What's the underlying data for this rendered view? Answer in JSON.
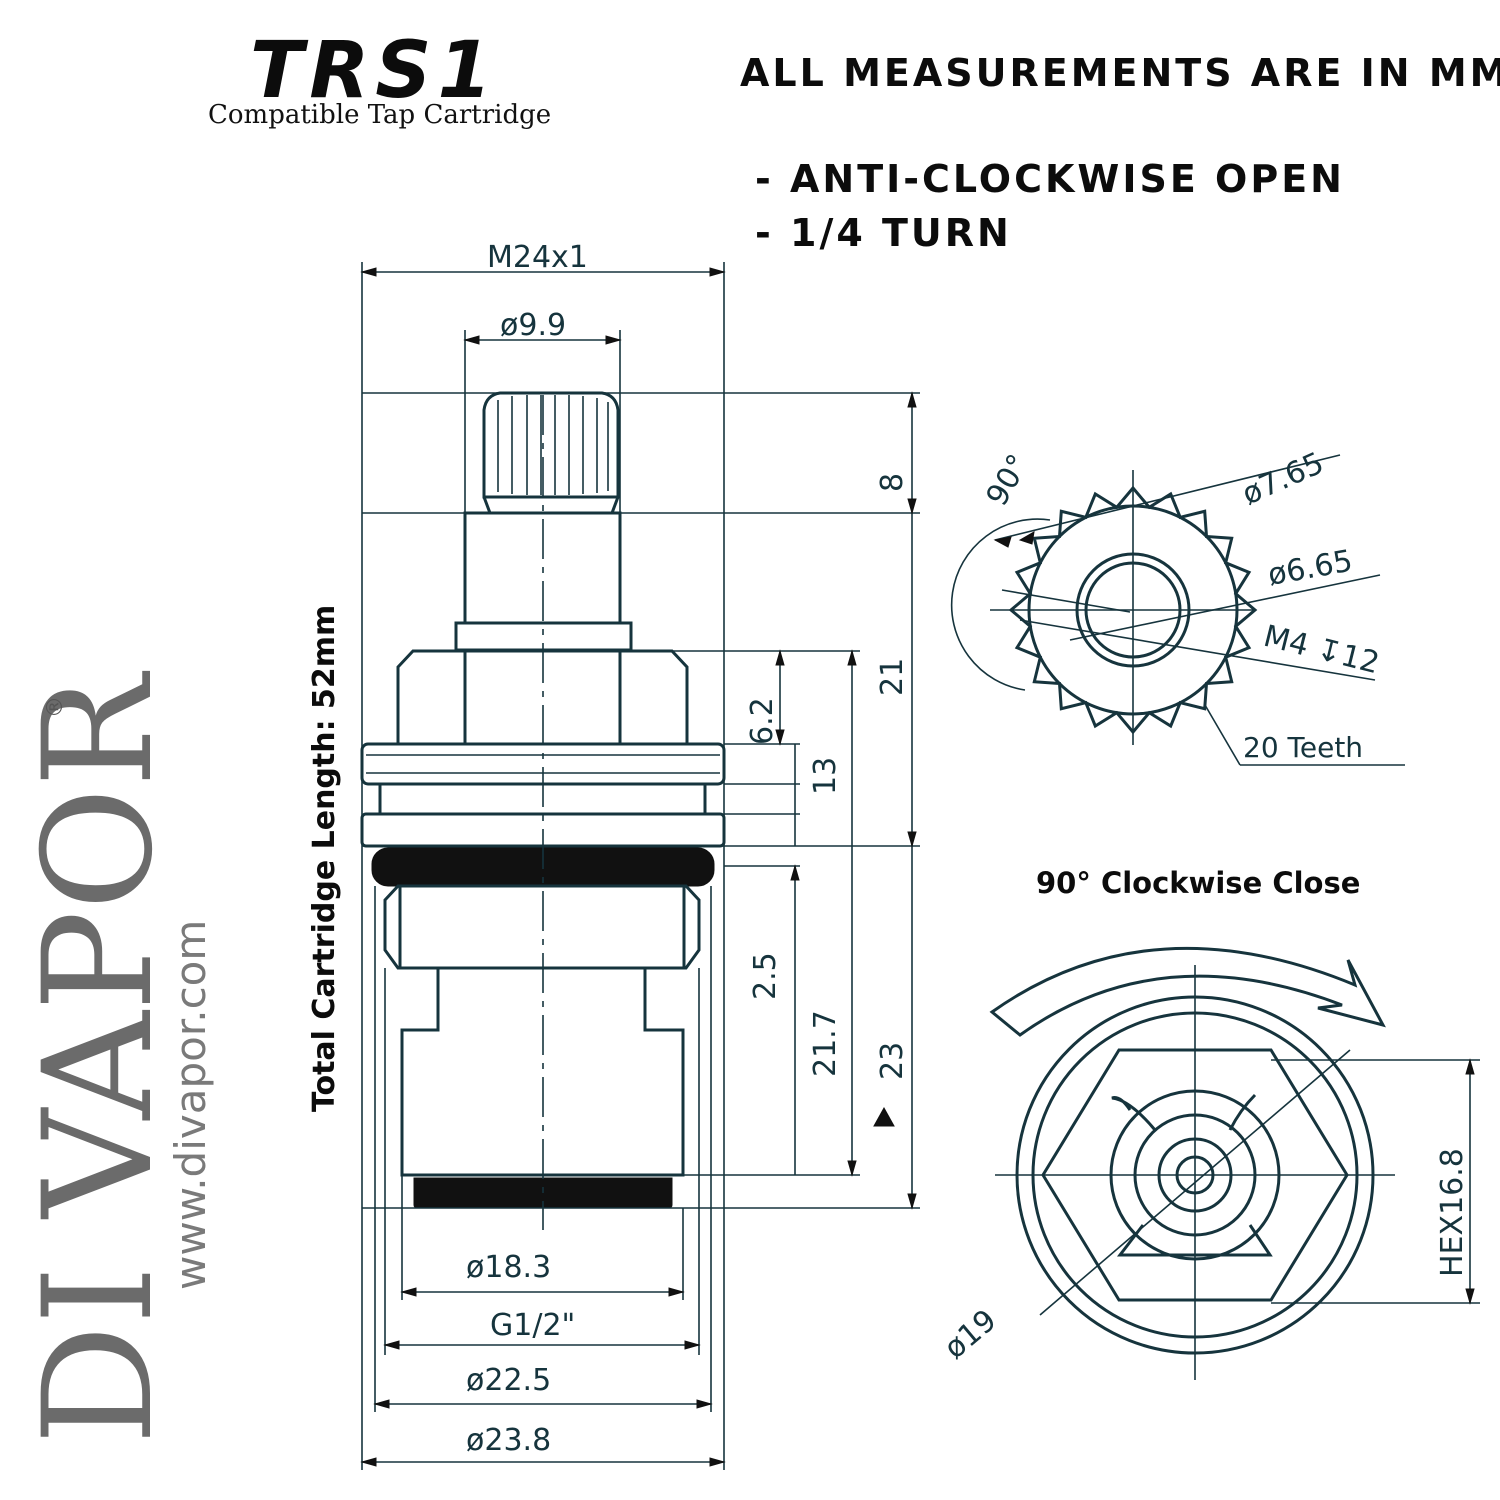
{
  "header": {
    "model": "TRS1",
    "subtitle": "Compatible Tap Cartridge",
    "units_note": "ALL MEASUREMENTS ARE IN MM",
    "note_open": "- ANTI-CLOCKWISE OPEN",
    "note_turn": "- 1/4 TURN"
  },
  "brand": {
    "name": "DI VAPOR",
    "registered": "®",
    "website": "www.divapor.com"
  },
  "side_label": "Total Cartridge Length: 52mm",
  "dimensions": {
    "thread": "M24x1",
    "spindle_dia": "ø9.9",
    "top_height": "8",
    "hex_height": "21",
    "d62": "6.2",
    "d13": "13",
    "d25": "2.5",
    "d217": "21.7",
    "d23": "23",
    "body_dia": "ø18.3",
    "bsp_thread": "G1/2\"",
    "dia225": "ø22.5",
    "dia238": "ø23.8"
  },
  "spline_view": {
    "angle": "90°",
    "outer": "ø7.65",
    "inner": "ø6.65",
    "tap": "M4 ↧12",
    "teeth": "20 Teeth"
  },
  "close_view": {
    "title": "90° Clockwise Close",
    "hex": "HEX16.8",
    "dia": "ø19"
  }
}
